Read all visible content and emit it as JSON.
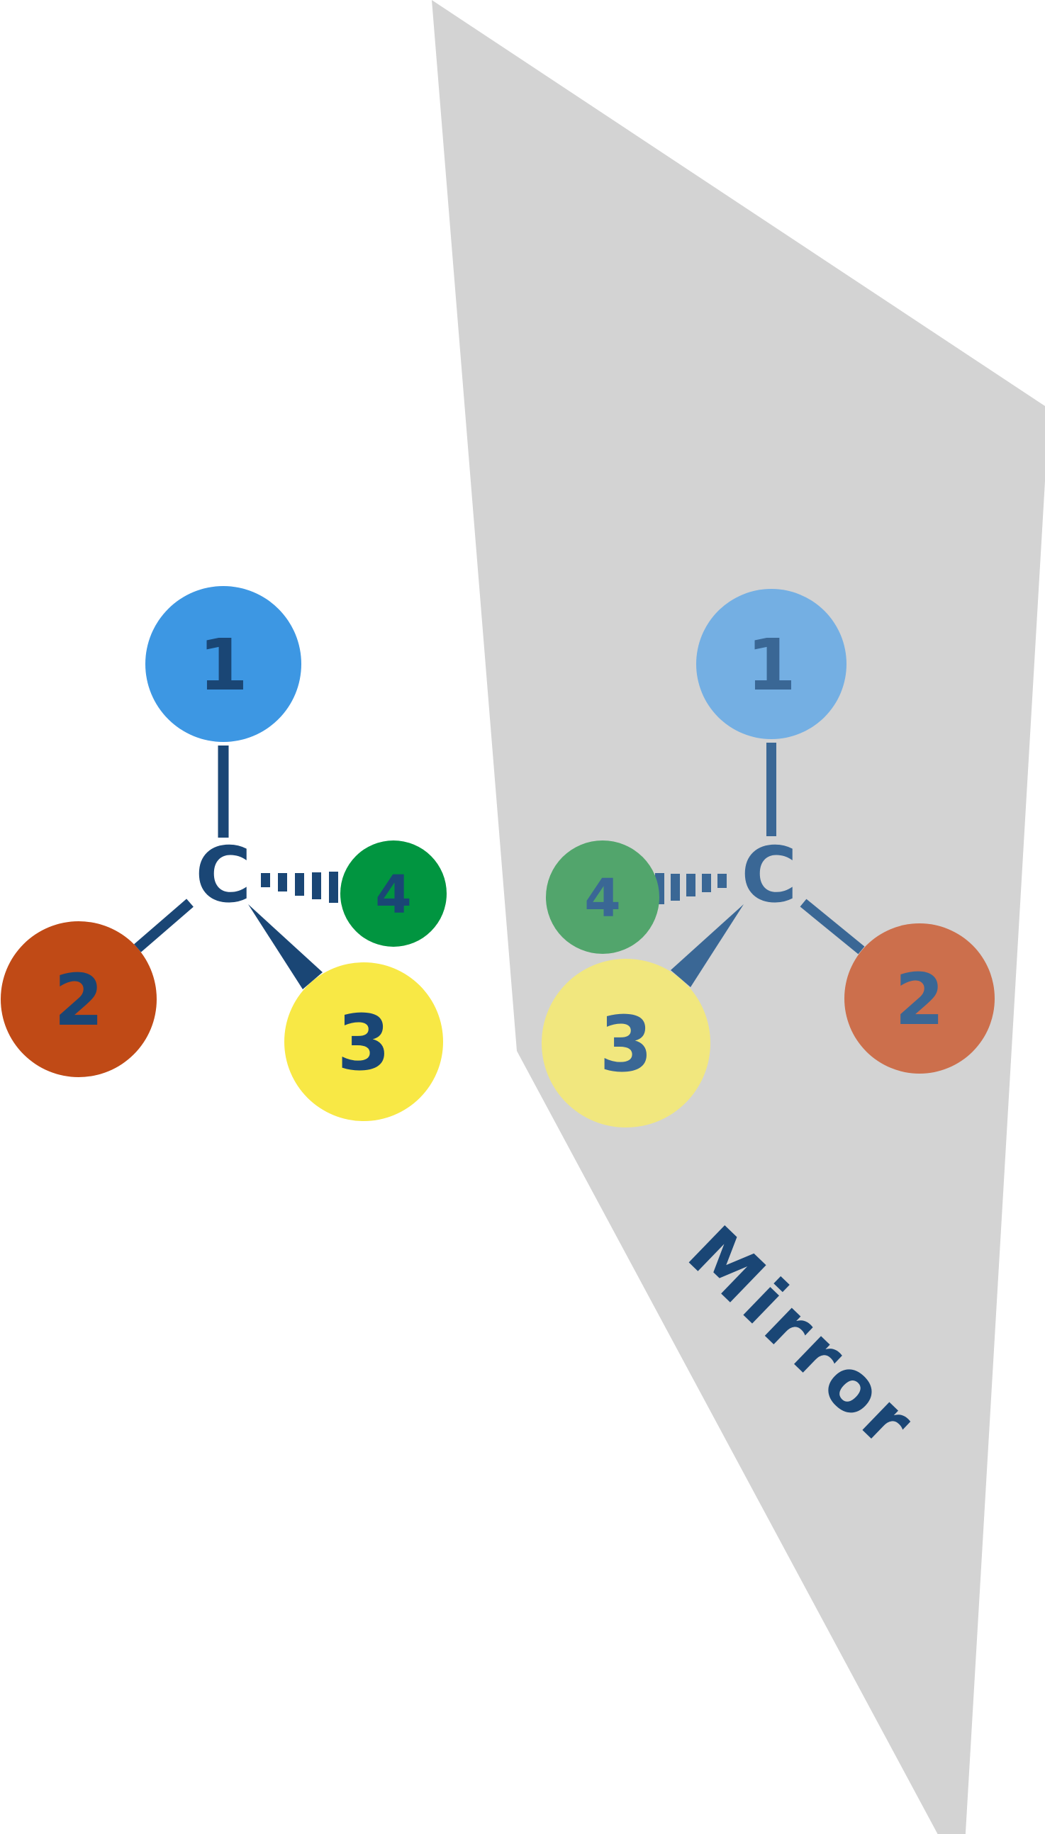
{
  "colors": {
    "background": "#ffffff",
    "mirror_plane": "#d3d3d3",
    "left_text": "#1a4675",
    "right_text": "#3a6795",
    "left_bond": "#1a4675",
    "right_bond": "#3a6795",
    "left_blue": "#3d97e3",
    "left_orange": "#c04a16",
    "left_yellow": "#f8e845",
    "left_green": "#019540",
    "right_blue": "#74afe3",
    "right_orange": "#cc6f4c",
    "right_yellow": "#f1e77e",
    "right_green": "#52a56c"
  },
  "mirror": {
    "label": "Mirror"
  },
  "left_molecule": {
    "carbon_label": "C",
    "substituent_1": "1",
    "substituent_2": "2",
    "substituent_3": "3",
    "substituent_4": "4"
  },
  "right_molecule": {
    "carbon_label": "C",
    "substituent_1": "1",
    "substituent_2": "2",
    "substituent_3": "3",
    "substituent_4": "4"
  }
}
